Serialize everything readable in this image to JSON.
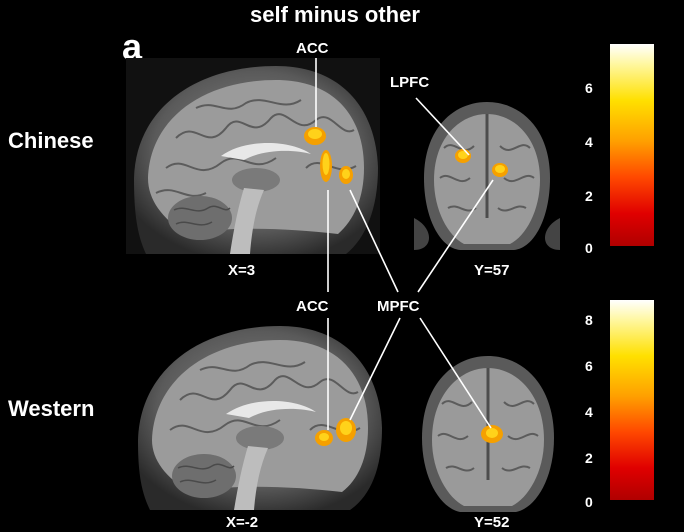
{
  "figure": {
    "panel_letter": "a",
    "title": "self minus other",
    "groups": {
      "chinese": "Chinese",
      "western": "Western"
    },
    "slice_labels": {
      "chinese_sagittal": "X=3",
      "chinese_coronal": "Y=57",
      "western_sagittal": "X=-2",
      "western_coronal": "Y=52"
    },
    "regions": {
      "acc_top": "ACC",
      "acc_bottom": "ACC",
      "lpfc": "LPFC",
      "mpfc": "MPFC"
    },
    "colorbars": {
      "chinese": {
        "min": 0,
        "max": 7.3,
        "ticks": [
          "6",
          "4",
          "2",
          "0"
        ]
      },
      "western": {
        "min": 0,
        "max": 8.6,
        "ticks": [
          "8",
          "6",
          "4",
          "2",
          "0"
        ]
      }
    },
    "colors": {
      "background": "#000000",
      "text": "#ffffff",
      "activation_hot": "#ffd21a",
      "activation_warm": "#f5a000"
    }
  }
}
